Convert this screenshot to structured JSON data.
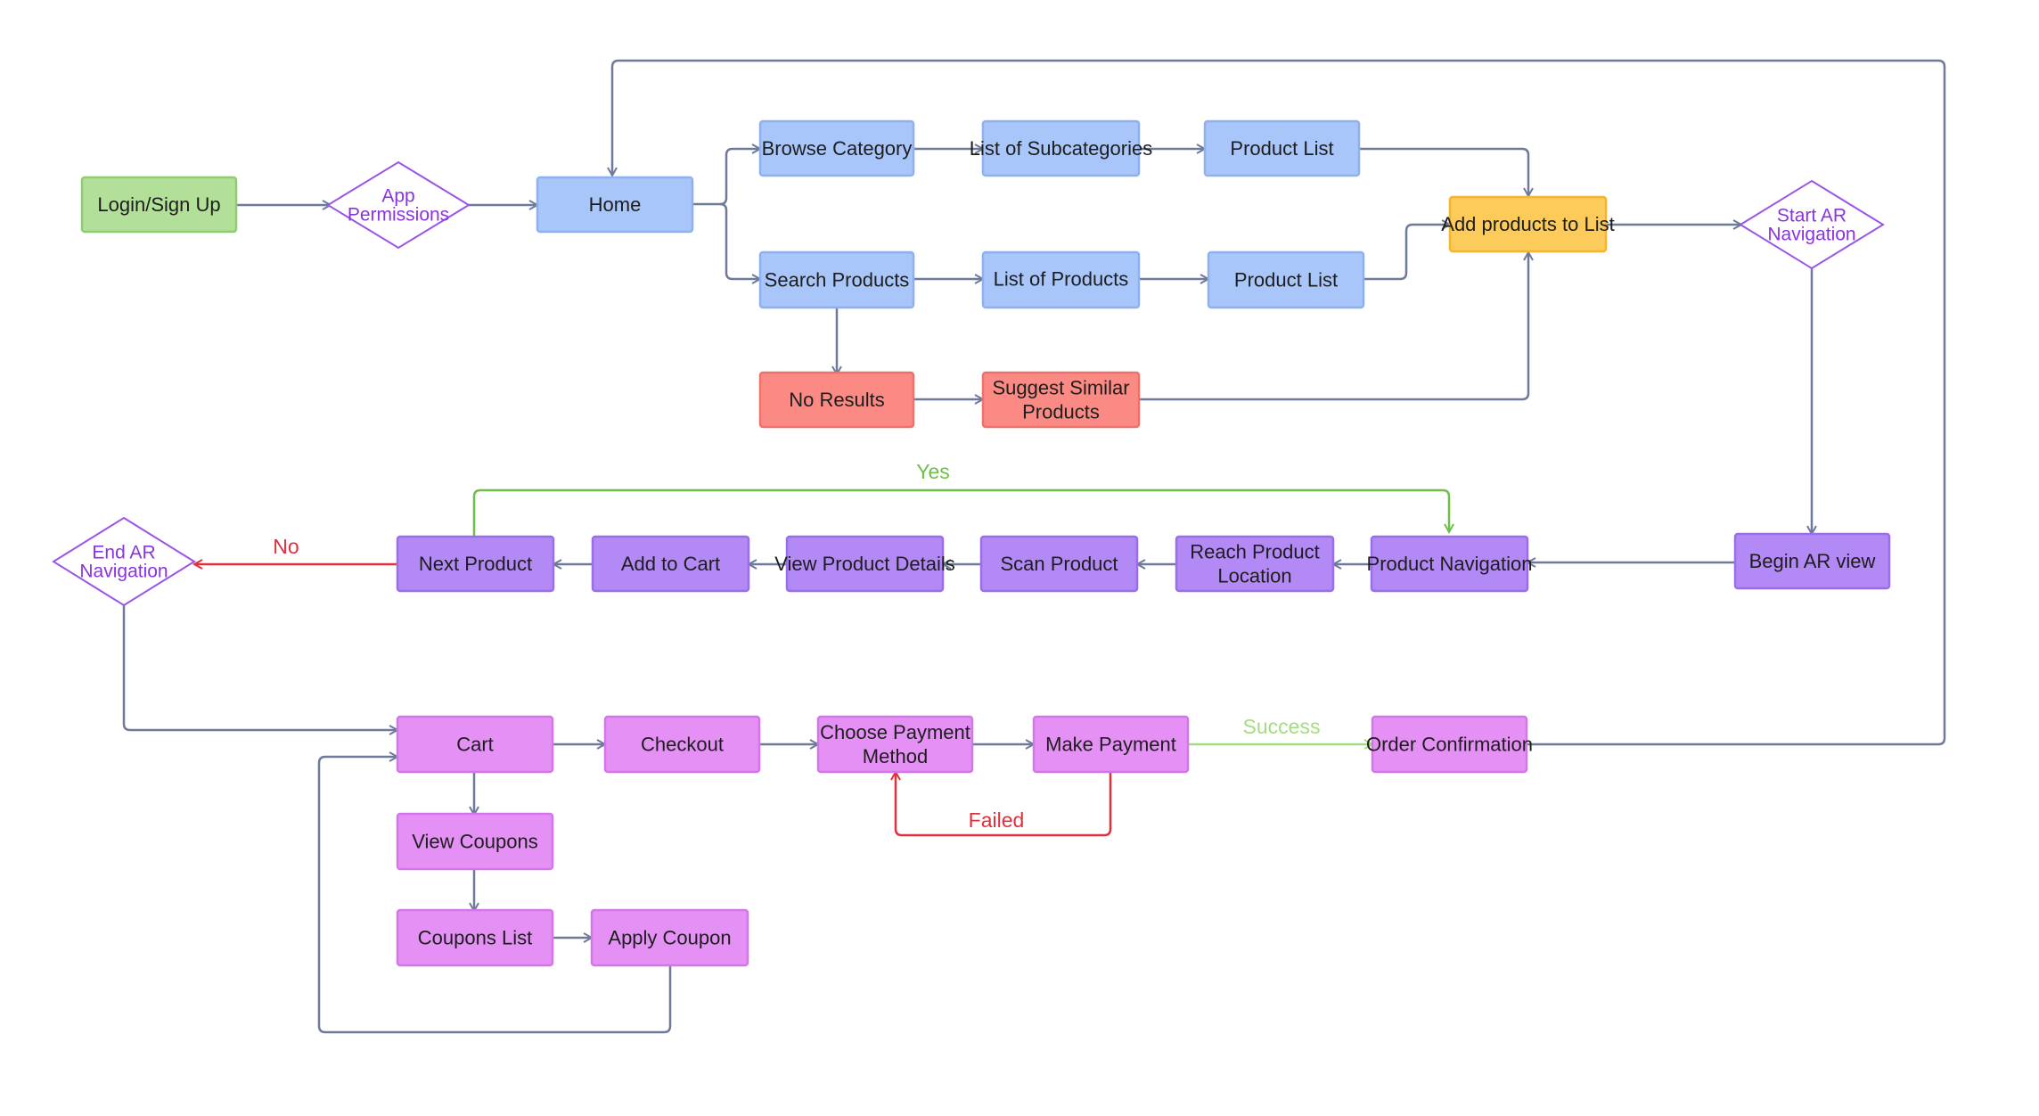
{
  "colors": {
    "login": "#b3e099",
    "login_stroke": "#8fcc70",
    "blue": "#a9c6fa",
    "blue_stroke": "#8eb0ee",
    "orange": "#fccb5a",
    "orange_stroke": "#f2b535",
    "red": "#fc8a84",
    "red_stroke": "#ee716b",
    "purple": "#b289f5",
    "purple_stroke": "#9a6ee8",
    "pink": "#e590f5",
    "pink_stroke": "#d476ea",
    "diamond_stroke": "#9a55e6",
    "edge": "#6d7a99",
    "edge_yes": "#6cc04a",
    "edge_no": "#e0303b",
    "edge_success": "#a3dd80",
    "edge_failed": "#e0303b"
  },
  "nodes": {
    "login": {
      "label": [
        "Login/Sign Up"
      ],
      "fill": "login"
    },
    "home": {
      "label": [
        "Home"
      ],
      "fill": "blue"
    },
    "browse_category": {
      "label": [
        "Browse Category"
      ],
      "fill": "blue"
    },
    "list_subcategories": {
      "label": [
        "List of Subcategories"
      ],
      "fill": "blue"
    },
    "product_list_1": {
      "label": [
        "Product List"
      ],
      "fill": "blue"
    },
    "search_products": {
      "label": [
        "Search Products"
      ],
      "fill": "blue"
    },
    "list_products": {
      "label": [
        "List of Products"
      ],
      "fill": "blue",
      "small": true
    },
    "product_list_2": {
      "label": [
        "Product List"
      ],
      "fill": "blue"
    },
    "no_results": {
      "label": [
        "No Results"
      ],
      "fill": "red"
    },
    "suggest_similar": {
      "label": [
        "Suggest Similar",
        "Products"
      ],
      "fill": "red"
    },
    "add_products": {
      "label": [
        "Add products to List"
      ],
      "fill": "orange"
    },
    "begin_ar": {
      "label": [
        "Begin AR view"
      ],
      "fill": "purple"
    },
    "product_navigation": {
      "label": [
        "Product Navigation"
      ],
      "fill": "purple"
    },
    "reach_location": {
      "label": [
        "Reach Product",
        "Location"
      ],
      "fill": "purple"
    },
    "scan_product": {
      "label": [
        "Scan Product"
      ],
      "fill": "purple"
    },
    "view_details": {
      "label": [
        "View Product Details"
      ],
      "fill": "purple"
    },
    "add_cart": {
      "label": [
        "Add to Cart"
      ],
      "fill": "purple"
    },
    "next_product": {
      "label": [
        "Next Product"
      ],
      "fill": "purple"
    },
    "cart": {
      "label": [
        "Cart"
      ],
      "fill": "pink"
    },
    "checkout": {
      "label": [
        "Checkout"
      ],
      "fill": "pink"
    },
    "choose_payment": {
      "label": [
        "Choose Payment",
        "Method"
      ],
      "fill": "pink"
    },
    "make_payment": {
      "label": [
        "Make Payment"
      ],
      "fill": "pink"
    },
    "order_confirmation": {
      "label": [
        "Order Confirmation"
      ],
      "fill": "pink"
    },
    "view_coupons": {
      "label": [
        "View Coupons"
      ],
      "fill": "pink"
    },
    "coupons_list": {
      "label": [
        "Coupons List"
      ],
      "fill": "pink"
    },
    "apply_coupon": {
      "label": [
        "Apply Coupon"
      ],
      "fill": "pink"
    }
  },
  "diamonds": {
    "app_permissions": {
      "label": [
        "App",
        "Permissions"
      ]
    },
    "start_ar": {
      "label": [
        "Start AR",
        "Navigation"
      ]
    },
    "end_ar": {
      "label": [
        "End AR",
        "Navigation"
      ]
    }
  },
  "edge_labels": {
    "yes": "Yes",
    "no": "No",
    "success": "Success",
    "failed": "Failed"
  }
}
